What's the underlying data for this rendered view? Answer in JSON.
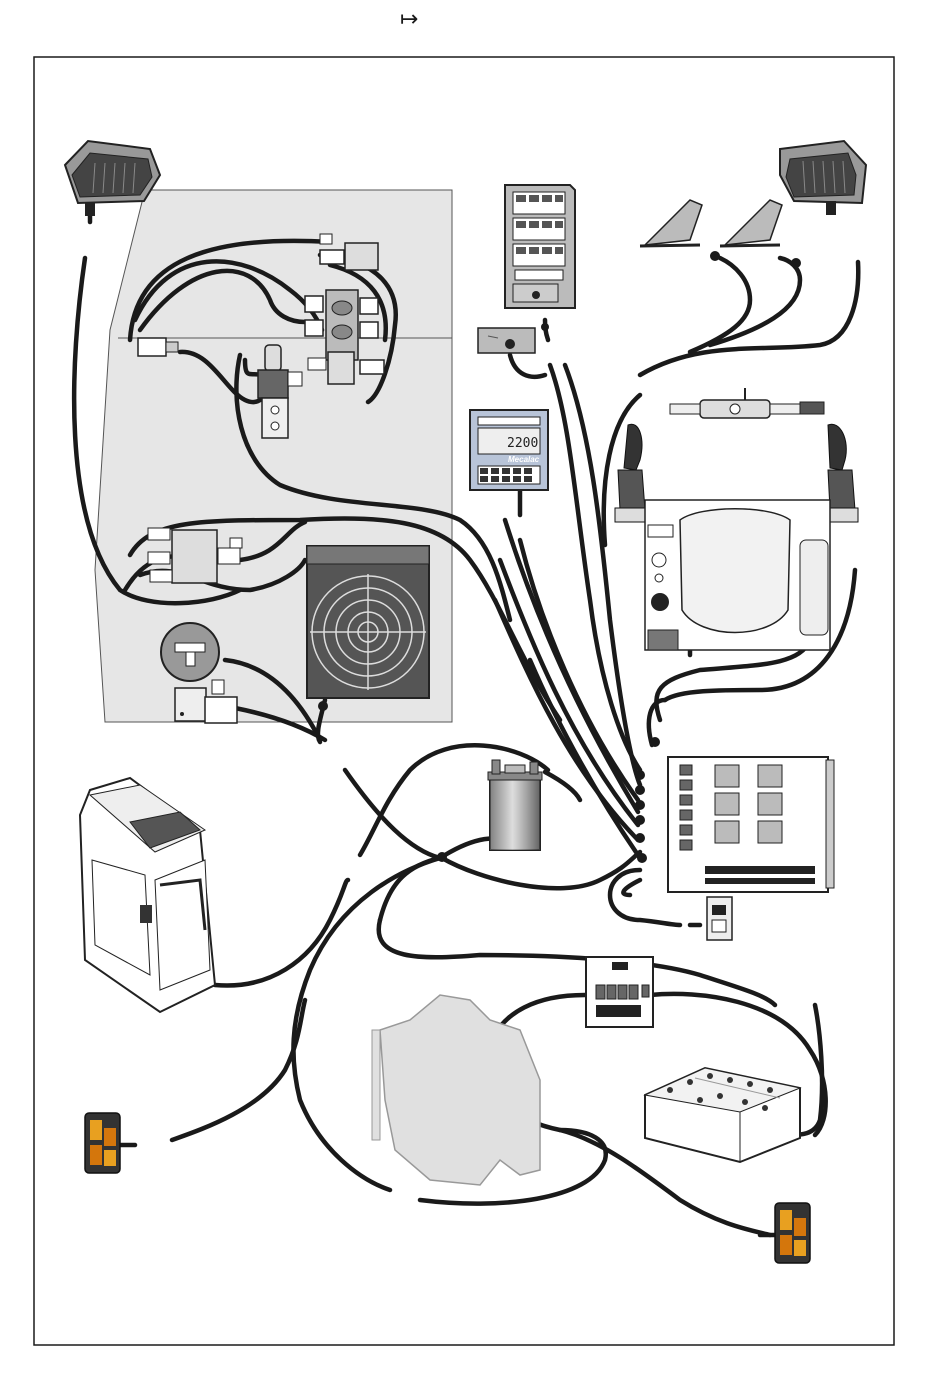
{
  "header": {
    "arrow_glyph": "↦"
  },
  "display": {
    "reading": "2200",
    "brand": "Mecalac"
  },
  "colors": {
    "wire": "#1a1a1a",
    "panel_bg": "#e6e6e6",
    "lamp_amber": "#e8a020",
    "lamp_orange": "#d4760c",
    "device_grey": "#c8c8c8"
  },
  "components": [
    {
      "name": "work-light-left-icon"
    },
    {
      "name": "work-light-right-icon"
    },
    {
      "name": "hydraulic-valve-panel"
    },
    {
      "name": "cooling-fan-icon"
    },
    {
      "name": "pressure-sensor-icon"
    },
    {
      "name": "solenoid-valve-icon"
    },
    {
      "name": "switch-panel-icon"
    },
    {
      "name": "key-switch-icon"
    },
    {
      "name": "monitor-display-icon"
    },
    {
      "name": "foot-pedal-icon"
    },
    {
      "name": "joystick-left-icon"
    },
    {
      "name": "joystick-right-icon"
    },
    {
      "name": "operator-seat-icon"
    },
    {
      "name": "fuse-relay-box-icon"
    },
    {
      "name": "cab-icon"
    },
    {
      "name": "starter-motor-icon"
    },
    {
      "name": "engine-icon"
    },
    {
      "name": "engine-ecu-icon"
    },
    {
      "name": "battery-icon"
    },
    {
      "name": "beacon-lamp-left-icon"
    },
    {
      "name": "beacon-lamp-right-icon"
    }
  ]
}
